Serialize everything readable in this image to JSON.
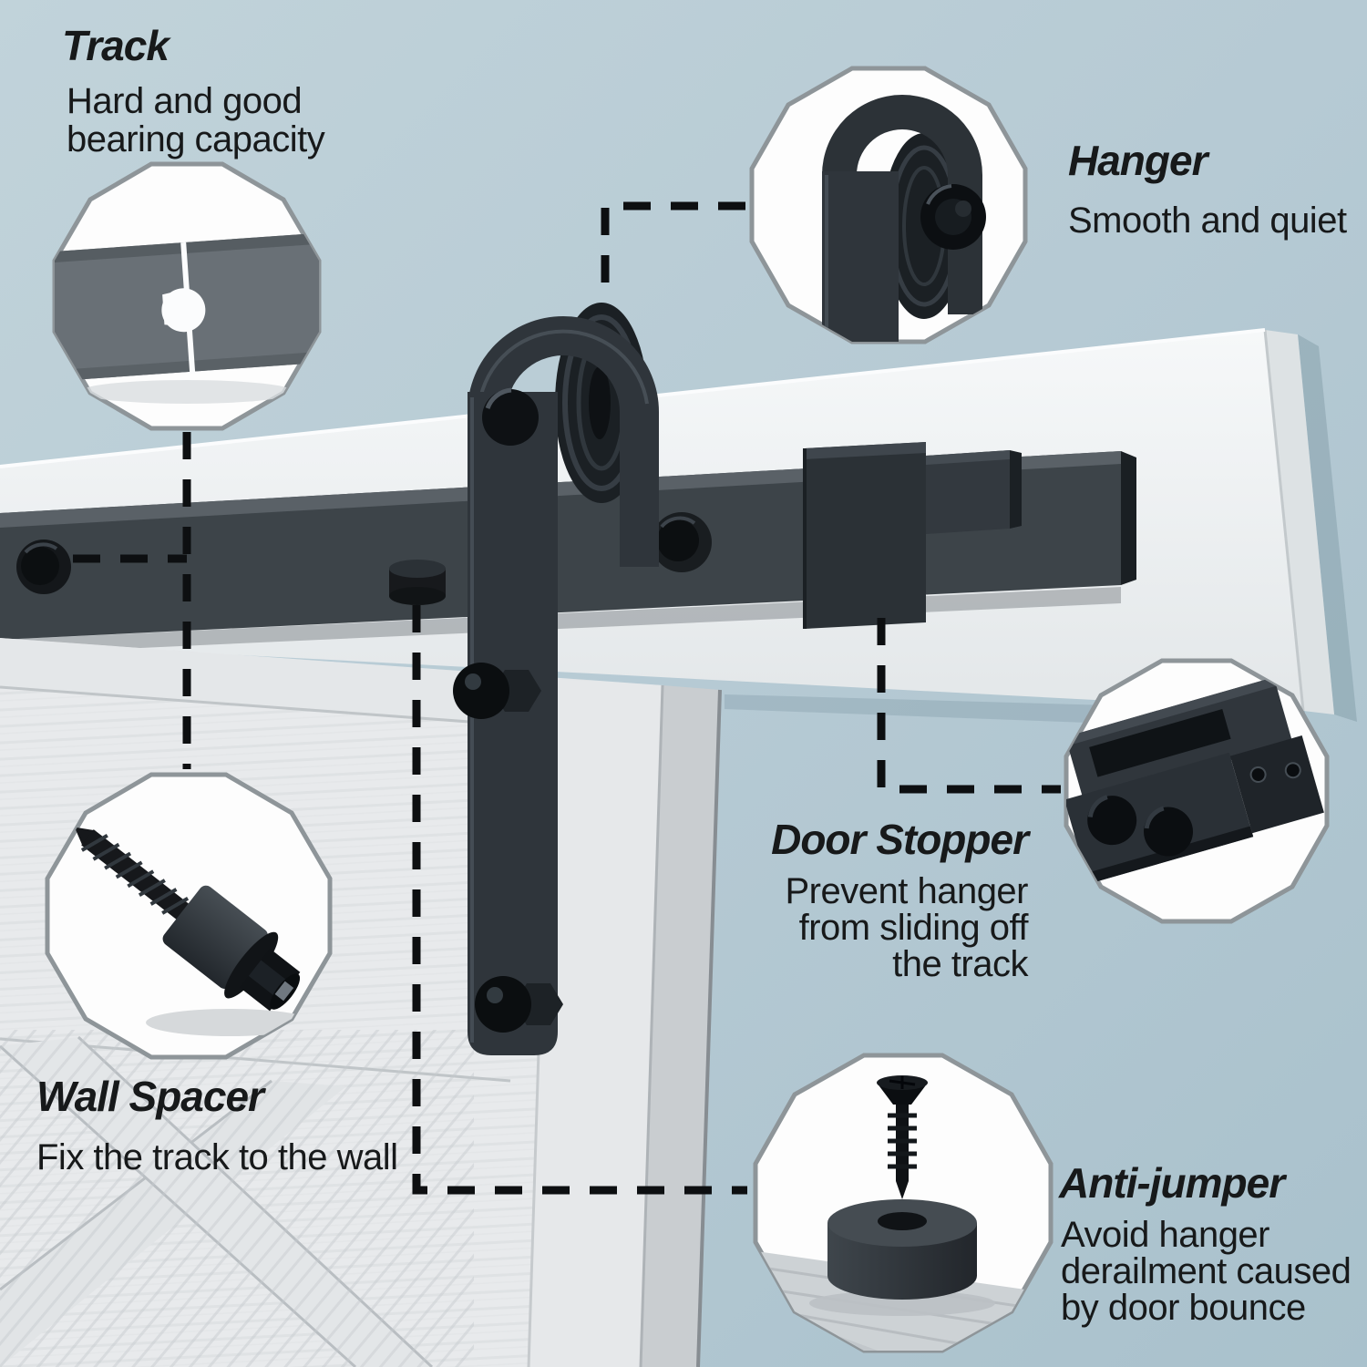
{
  "labels": {
    "track": {
      "title": "Track",
      "icon": "track-joint-icon",
      "desc": [
        "Hard and good",
        "bearing capacity"
      ]
    },
    "hanger": {
      "title": "Hanger",
      "icon": "hanger-roller-icon",
      "desc": [
        "Smooth and quiet"
      ]
    },
    "door_stopper": {
      "title": "Door Stopper",
      "icon": "door-stopper-icon",
      "desc": [
        "Prevent hanger",
        "from sliding off",
        "the track"
      ]
    },
    "wall_spacer": {
      "title": "Wall Spacer",
      "icon": "wall-spacer-bolt-icon",
      "desc": [
        "Fix the track to the wall"
      ]
    },
    "anti_jumper": {
      "title": "Anti-jumper",
      "icon": "anti-jumper-disc-icon",
      "desc": [
        "Avoid hanger",
        "derailment caused",
        "by door bounce"
      ]
    }
  },
  "colors": {
    "wall": "#b7cbd5",
    "board": "#f0f3f4",
    "track": "#3d4449",
    "track_top": "#5a6167",
    "hardware": "#2f353b",
    "door": "#e8eaec",
    "door_edge": "#c9cdd0",
    "callout_fill": "#fdfdfd",
    "callout_stroke": "#8e9599",
    "dash": "#0d0f11",
    "text": "#17191a"
  }
}
